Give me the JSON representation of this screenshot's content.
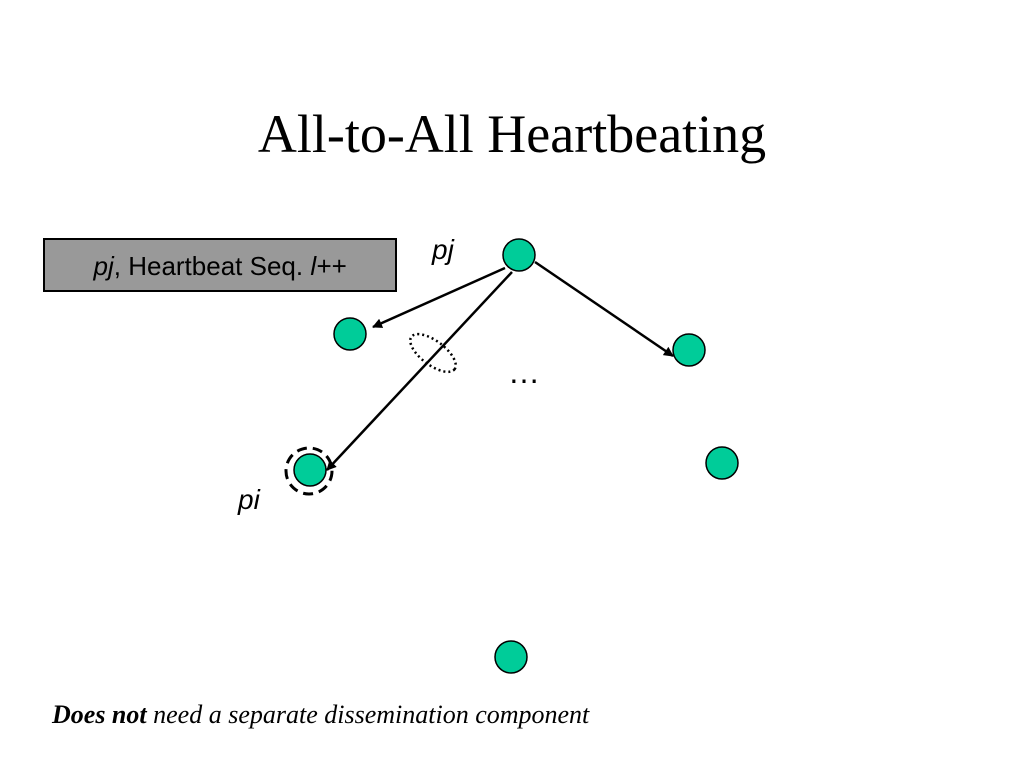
{
  "slide": {
    "title": "All-to-All Heartbeating"
  },
  "message_box": {
    "sender": "pj",
    "sep": ", ",
    "text": "Heartbeat Seq. ",
    "seq": "l++"
  },
  "labels": {
    "sender": "pj",
    "receiver": "pi",
    "ellipsis": "…"
  },
  "caption": {
    "bold": "Does not",
    "rest": " need a separate dissemination component"
  },
  "colors": {
    "node_fill": "#00cc99",
    "node_stroke": "#000000",
    "box_fill": "#999999"
  }
}
